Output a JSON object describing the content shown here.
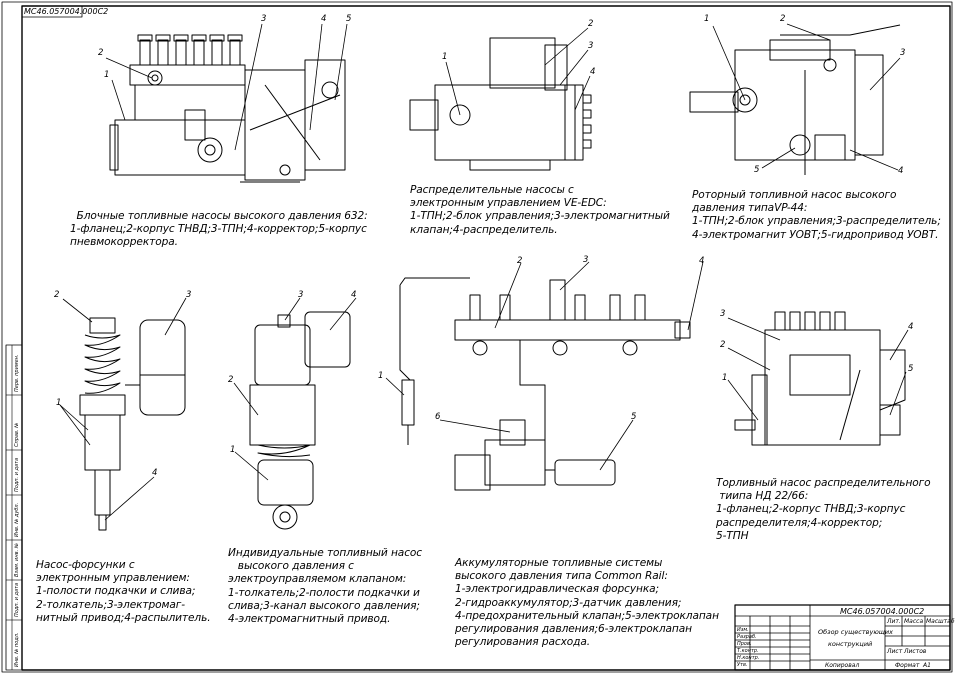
{
  "sheet": {
    "code_top": "МС46.057004.000С2",
    "code_titleblock": "МС46.057004.000С2",
    "title_line1": "Обзор существующих",
    "title_line2": "конструкций",
    "tb_lit": "Лит.",
    "tb_mass": "Масса",
    "tb_scale": "Масштаб",
    "tb_sheet": "Лист",
    "tb_sheets": "Листов",
    "tb_copied": "Копировал",
    "tb_format": "Формат",
    "tb_format_value": "А1",
    "tb_rows": [
      "Изм.",
      "Разраб.",
      "Пров.",
      "Т.контр.",
      "Н.контр.",
      "Утв."
    ],
    "side_labels": [
      "Перв. примен.",
      "Справ. №",
      "Подп. и дата",
      "Инв. № дубл.",
      "Взам. инв. №",
      "Подп. и дата",
      "Инв. № подл."
    ]
  },
  "captions": [
    {
      "id": "block-pumps",
      "text": "  Блочные топливные насосы высокого давления 632:\n1-фланец;2-корпус ТНВД;3-ТПН;4-корректор;5-корпус\nпневмокорректора."
    },
    {
      "id": "distributor-pumps",
      "text": "Распределительные насосы с\nэлектронным управлением VE-EDC:\n1-ТПН;2-блок управления;3-электромагнитный\nклапан;4-распределитель."
    },
    {
      "id": "rotary-pump",
      "text": "Роторный топливной насос высокого\nдавления типаVP-44:\n1-ТПН;2-блок управления;3-распределитель;\n4-электромагнит УОВТ;5-гидропривод УОВТ."
    },
    {
      "id": "pump-injectors",
      "text": "Насос-форсунки с\nэлектронным управлением:\n1-полости подкачки и слива;\n2-толкатель;3-электромаг-\nнитный привод;4-распылитель."
    },
    {
      "id": "individual-pumps",
      "text": "Индивидуальные топливный насос\n   высокого давления с\nэлектроуправляемом клапаном:\n1-толкатель;2-полости подкачки и\nслива;3-канал высокого давления;\n4-электромагнитный привод."
    },
    {
      "id": "common-rail",
      "text": "Аккумуляторные топливные системы\nвысокого давления типа Common Rail:\n1-электрогидравлическая форсунка;\n2-гидроаккумулятор;3-датчик давления;\n4-предохранительный клапан;5-электроклапан\nрегулирования давления;6-электроклапан\nрегулирования расхода."
    },
    {
      "id": "nd-pump",
      "text": "Торливный насос распределительного\n тиипа НД 22/66:\n1-фланец;2-корпус ТНВД;3-корпус\nраспределителя;4-корректор;\n5-ТПН"
    }
  ],
  "callouts": {
    "block": [
      "1",
      "2",
      "3",
      "4",
      "5"
    ],
    "distributor": [
      "1",
      "2",
      "3",
      "4"
    ],
    "rotary": [
      "1",
      "2",
      "3",
      "4",
      "5"
    ],
    "injector": [
      "1",
      "2",
      "3",
      "4"
    ],
    "individual": [
      "1",
      "2",
      "3",
      "4"
    ],
    "rail": [
      "1",
      "2",
      "3",
      "4",
      "5",
      "6"
    ],
    "nd": [
      "1",
      "2",
      "3",
      "4",
      "5"
    ]
  }
}
